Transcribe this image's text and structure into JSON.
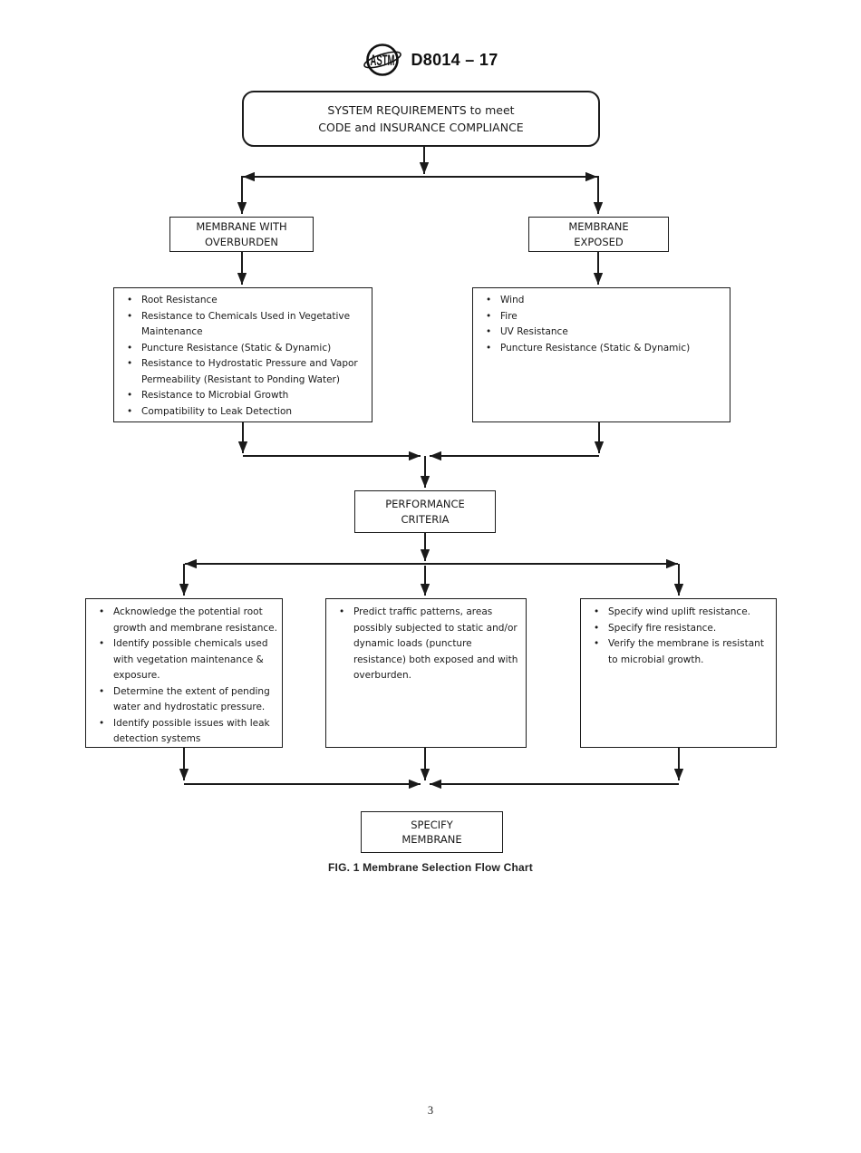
{
  "header": {
    "designation": "D8014 – 17",
    "logo_text": "ASTM"
  },
  "flowchart": {
    "start": {
      "line1": "SYSTEM REQUIREMENTS to meet",
      "line2": "CODE and INSURANCE COMPLIANCE"
    },
    "membrane_overburden": {
      "line1": "MEMBRANE WITH",
      "line2": "OVERBURDEN"
    },
    "membrane_exposed": {
      "line1": "MEMBRANE",
      "line2": "EXPOSED"
    },
    "overburden_requirements": {
      "items": [
        "Root Resistance",
        "Resistance to Chemicals Used in Vegetative Maintenance",
        "Puncture Resistance (Static & Dynamic)",
        "Resistance to Hydrostatic Pressure and Vapor Permeability (Resistant to Ponding Water)",
        "Resistance to Microbial Growth",
        "Compatibility to Leak Detection"
      ]
    },
    "exposed_requirements": {
      "items": [
        "Wind",
        "Fire",
        "UV Resistance",
        "Puncture Resistance (Static & Dynamic)"
      ]
    },
    "performance": {
      "line1": "PERFORMANCE",
      "line2": "CRITERIA"
    },
    "criteria_overburden": {
      "items": [
        "Acknowledge the potential root growth and membrane resistance.",
        "Identify possible chemicals used with vegetation maintenance & exposure.",
        "Determine the extent of pending water and hydrostatic pressure.",
        "Identify possible issues with leak detection systems"
      ]
    },
    "criteria_traffic": {
      "items": [
        "Predict traffic patterns, areas possibly subjected to static and/or dynamic loads (puncture resistance) both exposed and with overburden."
      ]
    },
    "criteria_exposed": {
      "items": [
        "Specify wind uplift resistance.",
        "Specify fire resistance.",
        "Verify the membrane is resistant to microbial growth."
      ]
    },
    "end": {
      "line1": "SPECIFY",
      "line2": "MEMBRANE"
    }
  },
  "figure": {
    "caption": "FIG. 1 Membrane Selection Flow Chart",
    "page_number": "3"
  },
  "colors": {
    "ink": "#1a1a1a",
    "background": "#ffffff"
  }
}
